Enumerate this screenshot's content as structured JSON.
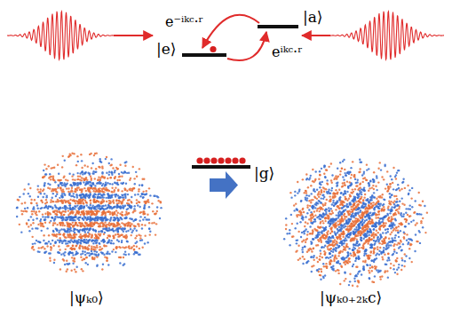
{
  "diagram": {
    "labels": [
      "|a⟩",
      "e⁻ⁱᵏᶜ·ʳ",
      "|e⟩",
      "eⁱᵏᶜ·ʳ",
      "|g⟩",
      "|ψₖ₀⟩",
      "|ψₖ₀₊₂ₖc⟩"
    ]
  }
}
